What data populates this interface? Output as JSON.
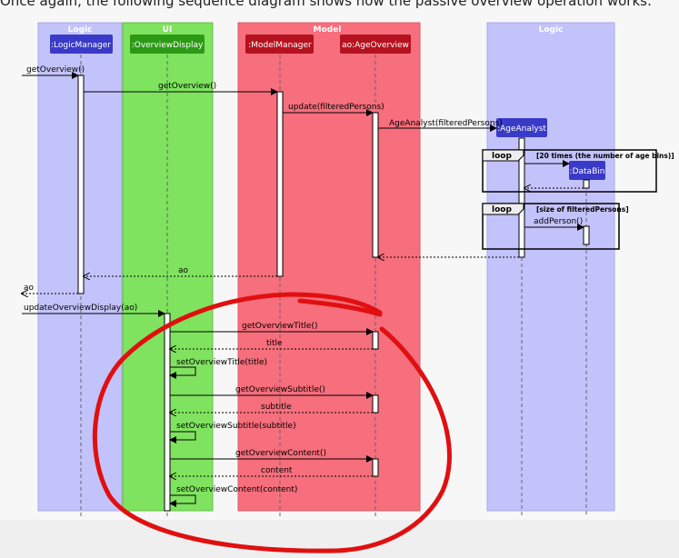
{
  "caption": "Once again, the following sequence diagram shows how the passive overview operation works:",
  "boxes": {
    "logic_left": "Logic",
    "ui": "UI",
    "model": "Model",
    "logic_right": "Logic"
  },
  "participants": {
    "logic_manager": ":LogicManager",
    "overview_display": ":OverviewDisplay",
    "model_manager": ":ModelManager",
    "age_overview": "ao:AgeOverview",
    "age_analyst": ":AgeAnalyst",
    "data_bin": ":DataBin"
  },
  "loops": {
    "keyword": "loop",
    "loop1_condition": "[20 times (the number of age bins)]",
    "loop2_condition": "[size of filteredPersons]"
  },
  "messages": {
    "m1": "getOverview()",
    "m2": "getOverview()",
    "m3": "update(filteredPersons)",
    "m4": "AgeAnalyst(filteredPersons)",
    "m5": "addPerson()",
    "m6": "ao",
    "m7": "ao",
    "m8": "updateOverviewDisplay(ao)",
    "m9": "getOverviewTitle()",
    "m10": "title",
    "m11": "setOverviewTitle(title)",
    "m12": "getOverviewSubtitle()",
    "m13": "subtitle",
    "m14": "setOverviewSubtitle(subtitle)",
    "m15": "getOverviewContent()",
    "m16": "content",
    "m17": "setOverviewContent(content)"
  },
  "colors": {
    "logic_box": "#c3c3fb",
    "ui_box": "#7fe35f",
    "model_box": "#f76e7c",
    "participant_blue": "#3a3ac8",
    "participant_green": "#2d9a16",
    "participant_red": "#b5121f",
    "annotation": "#e01010"
  }
}
